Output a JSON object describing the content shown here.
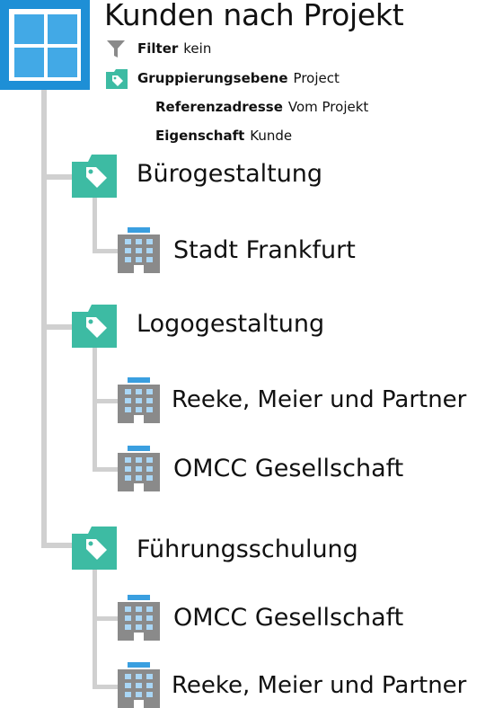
{
  "title": "Kunden nach Projekt",
  "meta": [
    {
      "key": "Filter",
      "value": "kein",
      "icon": "filter-icon"
    },
    {
      "key": "Gruppierungsebene",
      "value": "Project",
      "icon": "folder-tag-icon"
    },
    {
      "key": "Referenzadresse",
      "value": "Vom Projekt"
    },
    {
      "key": "Eigenschaft",
      "value": "Kunde"
    }
  ],
  "groups": [
    {
      "label": "Bürogestaltung",
      "items": [
        "Stadt Frankfurt"
      ]
    },
    {
      "label": "Logogestaltung",
      "items": [
        "Reeke, Meier und Partner",
        "OMCC Gesellschaft"
      ]
    },
    {
      "label": "Führungsschulung",
      "items": [
        "OMCC Gesellschaft",
        "Reeke, Meier und Partner"
      ]
    }
  ],
  "colors": {
    "root_icon": "#1e8fd6",
    "root_tile": "#42a9e6",
    "folder": "#3dbba3",
    "building": "#8a8a8a",
    "building_roof": "#3a9fe0",
    "window": "#a9d6f5",
    "connector": "#d0d0d0"
  }
}
